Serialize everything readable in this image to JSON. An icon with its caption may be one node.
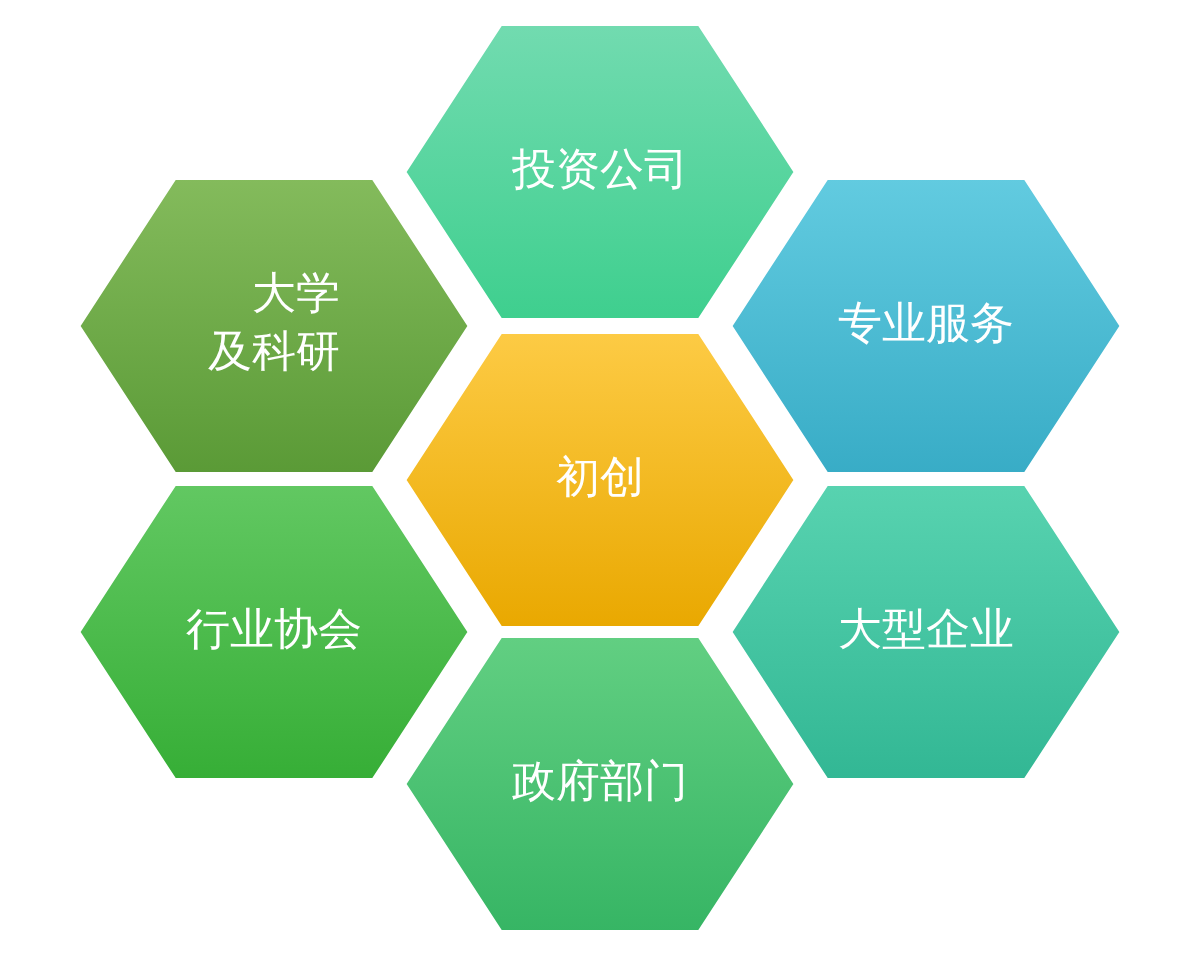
{
  "diagram": {
    "nodes": [
      {
        "text": [
          "投资公司"
        ]
      },
      {
        "text": [
          "大学及科研"
        ]
      },
      {
        "text": [
          "专业服务"
        ]
      },
      {
        "text": [
          "初创"
        ]
      },
      {
        "text": [
          "行业协会"
        ]
      },
      {
        "text": [
          "大型企业"
        ]
      },
      {
        "text": [
          "政府部门"
        ]
      }
    ]
  }
}
